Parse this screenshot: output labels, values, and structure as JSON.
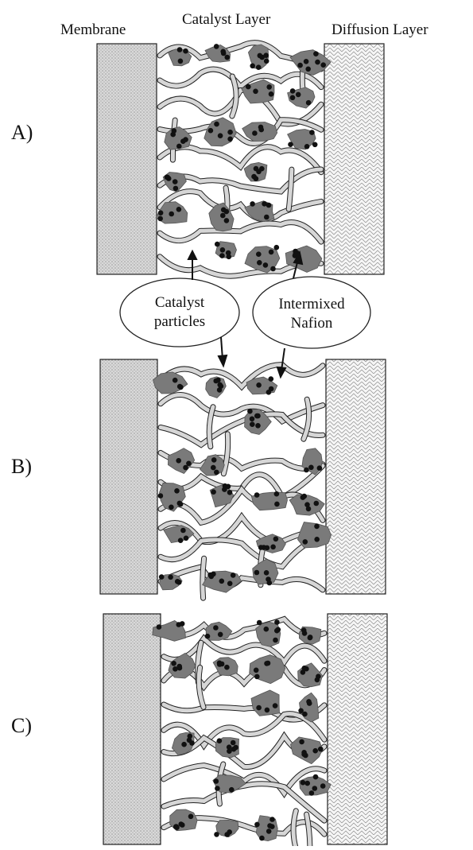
{
  "headers": {
    "membrane": "Membrane",
    "catalyst_layer": "Catalyst Layer",
    "diffusion_layer": "Diffusion Layer"
  },
  "panels": [
    {
      "label": "A)"
    },
    {
      "label": "B)"
    },
    {
      "label": "C)"
    }
  ],
  "callouts": {
    "catalyst": {
      "line1": "Catalyst",
      "line2": "particles"
    },
    "nafion": {
      "line1": "Intermixed",
      "line2": "Nafion"
    }
  },
  "colors": {
    "membrane_fill": "#d9d9d9",
    "diffusion_fill": "#f4f4f4",
    "catalyst_cluster": "#7a7a7a",
    "catalyst_dot": "#111111",
    "nafion_strand": "#d6d6d6",
    "outline": "#222222"
  }
}
